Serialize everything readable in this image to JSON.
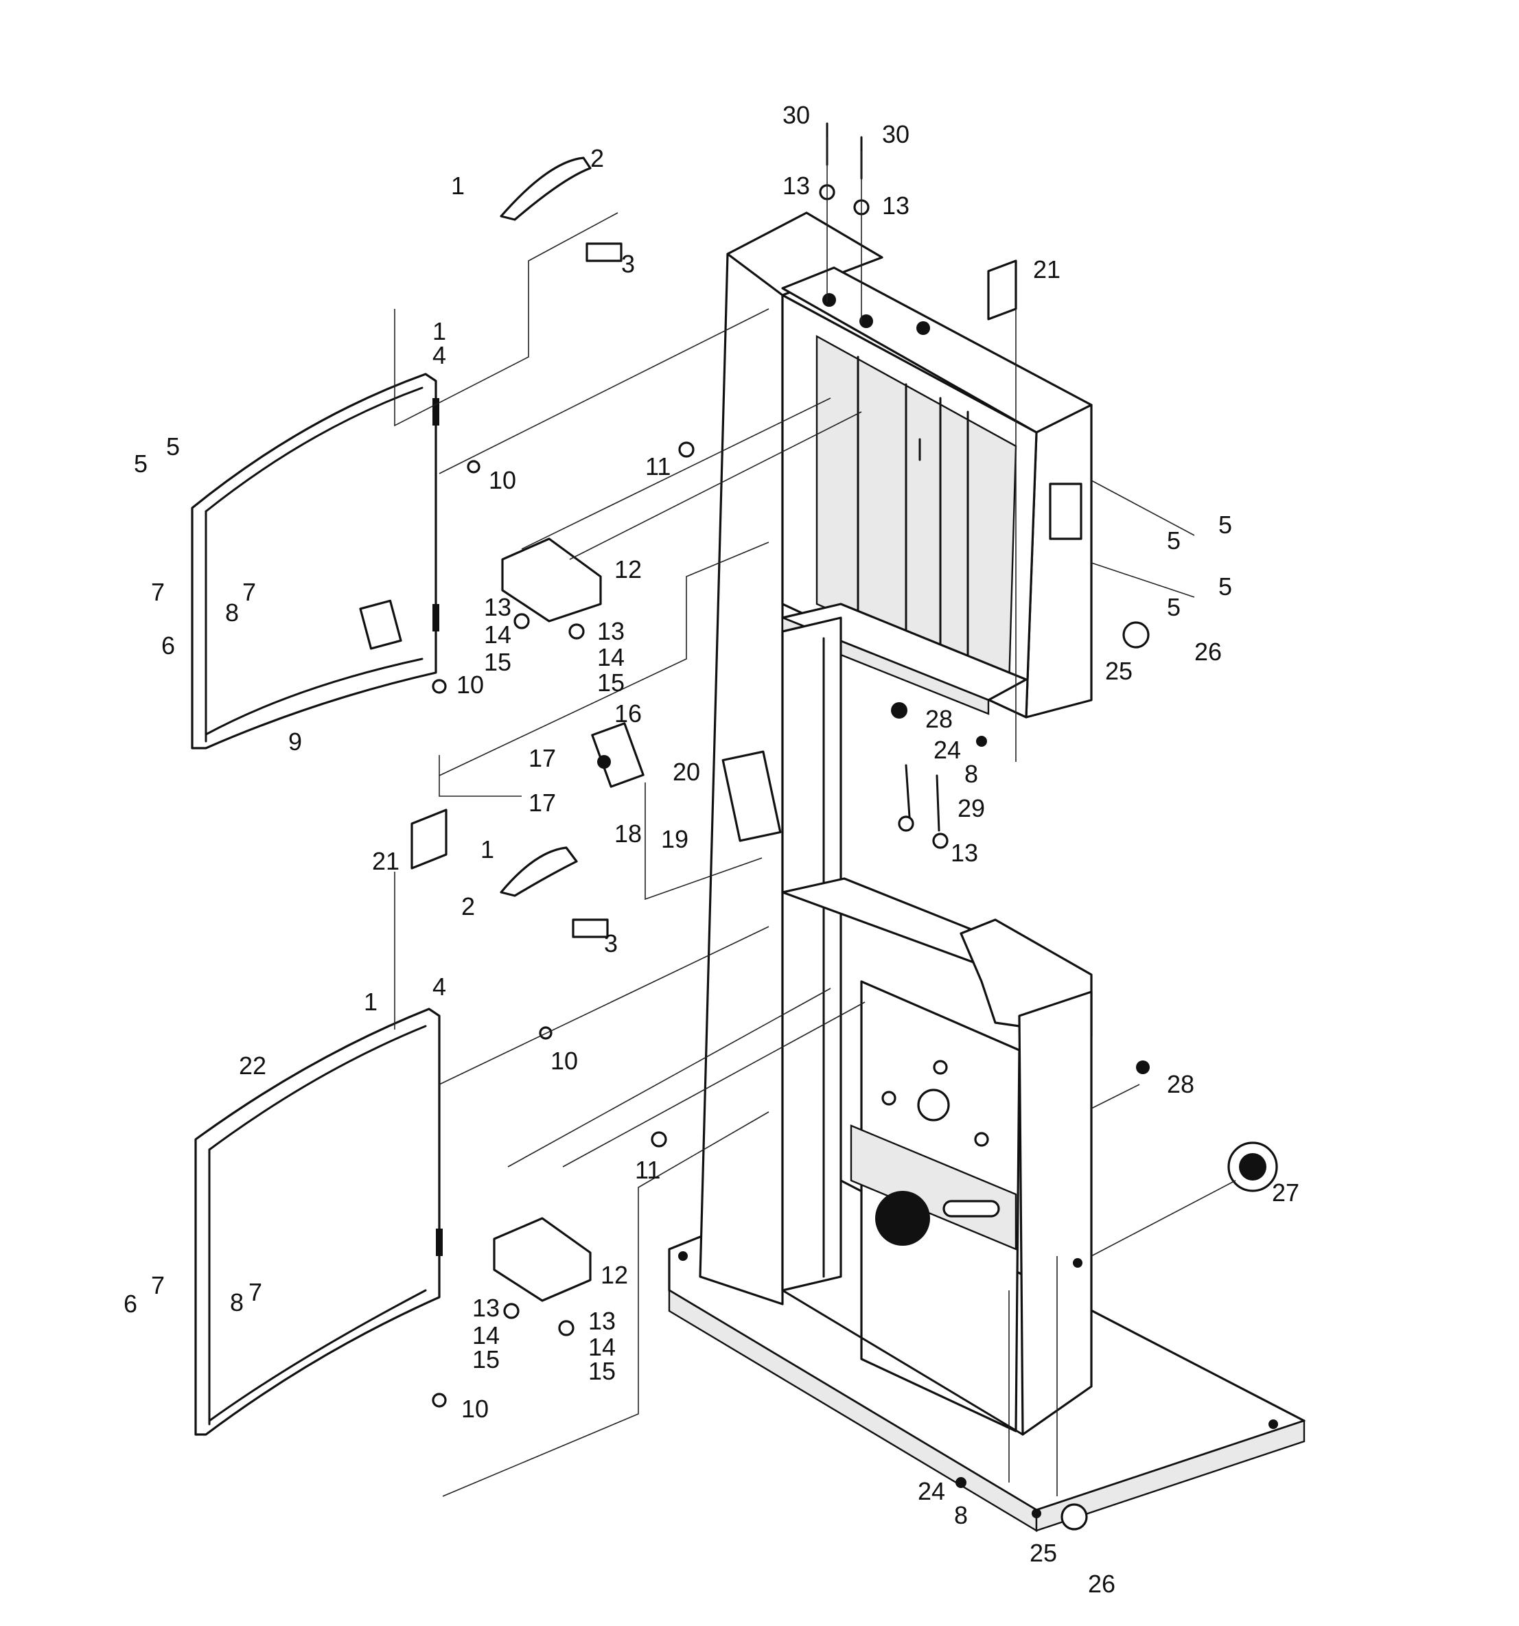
{
  "callouts": [
    {
      "text": "30"
    },
    {
      "text": "30"
    },
    {
      "text": "13"
    },
    {
      "text": "13"
    },
    {
      "text": "21"
    },
    {
      "text": "1"
    },
    {
      "text": "2"
    },
    {
      "text": "3"
    },
    {
      "text": "1"
    },
    {
      "text": "4"
    },
    {
      "text": "5"
    },
    {
      "text": "5"
    },
    {
      "text": "10"
    },
    {
      "text": "11"
    },
    {
      "text": "5"
    },
    {
      "text": "5"
    },
    {
      "text": "5"
    },
    {
      "text": "5"
    },
    {
      "text": "7"
    },
    {
      "text": "7"
    },
    {
      "text": "8"
    },
    {
      "text": "6"
    },
    {
      "text": "12"
    },
    {
      "text": "13"
    },
    {
      "text": "13"
    },
    {
      "text": "14"
    },
    {
      "text": "14"
    },
    {
      "text": "15"
    },
    {
      "text": "15"
    },
    {
      "text": "25"
    },
    {
      "text": "26"
    },
    {
      "text": "10"
    },
    {
      "text": "9"
    },
    {
      "text": "28"
    },
    {
      "text": "16"
    },
    {
      "text": "24"
    },
    {
      "text": "8"
    },
    {
      "text": "17"
    },
    {
      "text": "17"
    },
    {
      "text": "20"
    },
    {
      "text": "29"
    },
    {
      "text": "18"
    },
    {
      "text": "19"
    },
    {
      "text": "13"
    },
    {
      "text": "21"
    },
    {
      "text": "1"
    },
    {
      "text": "2"
    },
    {
      "text": "3"
    },
    {
      "text": "1"
    },
    {
      "text": "4"
    },
    {
      "text": "22"
    },
    {
      "text": "10"
    },
    {
      "text": "28"
    },
    {
      "text": "11"
    },
    {
      "text": "27"
    },
    {
      "text": "12"
    },
    {
      "text": "7"
    },
    {
      "text": "6"
    },
    {
      "text": "8"
    },
    {
      "text": "7"
    },
    {
      "text": "13"
    },
    {
      "text": "13"
    },
    {
      "text": "14"
    },
    {
      "text": "14"
    },
    {
      "text": "15"
    },
    {
      "text": "15"
    },
    {
      "text": "10"
    },
    {
      "text": "24"
    },
    {
      "text": "8"
    },
    {
      "text": "25"
    },
    {
      "text": "26"
    }
  ]
}
